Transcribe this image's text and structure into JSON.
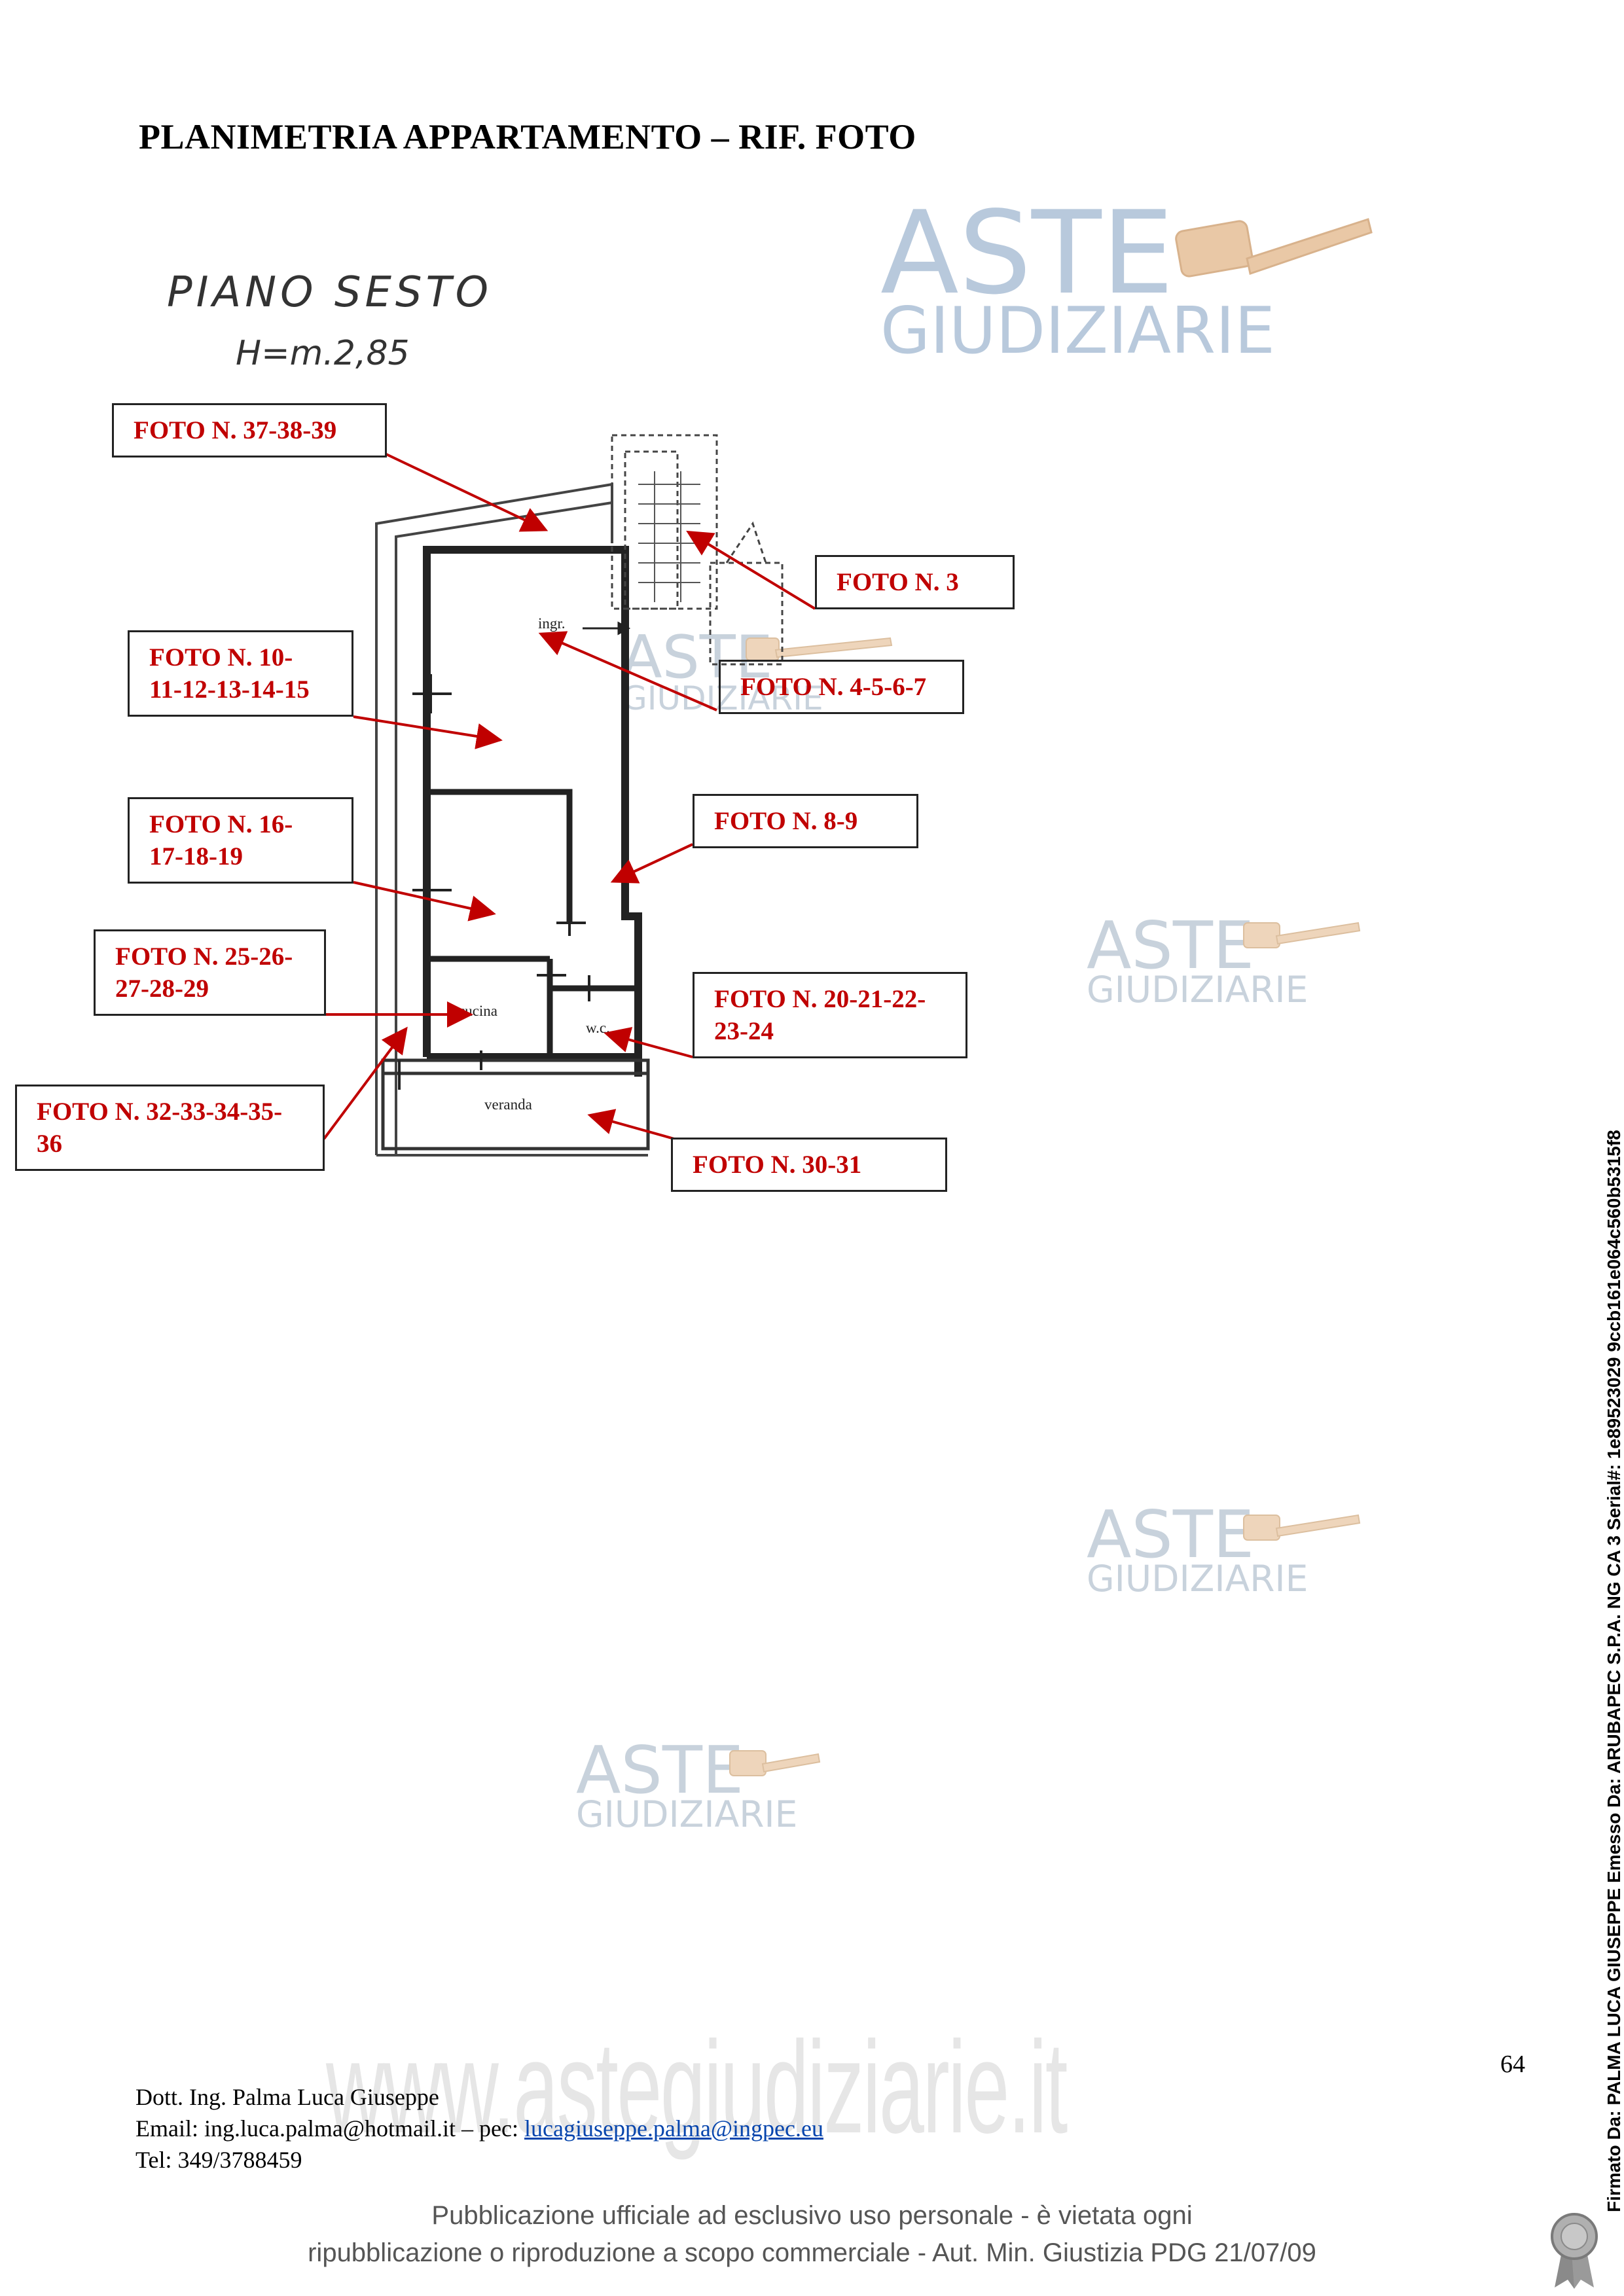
{
  "header": {
    "title": "PLANIMETRIA APPARTAMENTO – RIF. FOTO"
  },
  "plan": {
    "heading": "PIANO SESTO",
    "height": "H=m.2,85",
    "rooms": {
      "ingr": "ingr.",
      "cucina": "cucina",
      "wc": "w.c.",
      "veranda": "veranda"
    }
  },
  "foto_labels": [
    "FOTO N. 37-38-39",
    "FOTO N. 3",
    "FOTO N. 10-\n11-12-13-14-15",
    "FOTO N. 4-5-6-7",
    "FOTO N. 16-\n17-18-19",
    "FOTO N. 8-9",
    "FOTO N. 25-26-\n27-28-29",
    "FOTO N. 20-21-22-\n23-24",
    "FOTO N. 32-33-34-35-\n36",
    "FOTO N. 30-31"
  ],
  "watermark": {
    "word1": "ASTE",
    "word2": "GIUDIZIARIE",
    "site": "www.astegiudiziarie.it"
  },
  "footer": {
    "name": "Dott. Ing. Palma Luca Giuseppe",
    "email_prefix": "Email: ing.luca.palma@hotmail.it – pec: ",
    "pec": "lucagiuseppe.palma@ingpec.eu",
    "tel": "Tel: 349/3788459"
  },
  "page_number": "64",
  "publication": {
    "line1": "Pubblicazione ufficiale ad esclusivo uso personale - è vietata ogni",
    "line2": "ripubblicazione o riproduzione a scopo commerciale - Aut. Min. Giustizia PDG 21/07/09"
  },
  "signature": "Firmato Da: PALMA LUCA GIUSEPPE Emesso Da: ARUBAPEC S.P.A. NG CA 3 Serial#: 1e89523029 9ccb161e064c560b5315f8",
  "colors": {
    "label_text": "#c00000",
    "arrow": "#c00000",
    "watermark": "#c8d2dc",
    "link": "#0645ad"
  }
}
